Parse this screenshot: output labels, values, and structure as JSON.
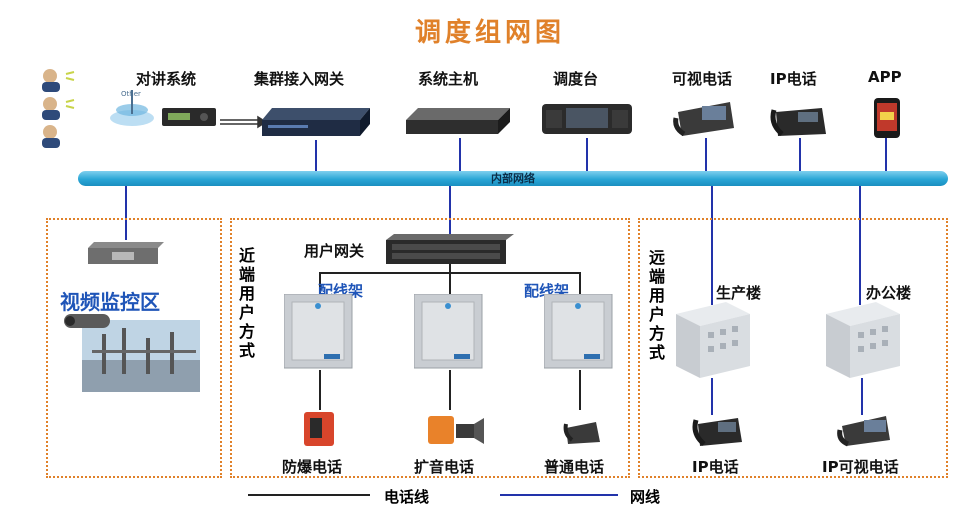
{
  "title": "调度组网图",
  "colors": {
    "title": "#e0812a",
    "network": "#2233aa",
    "phone": "#222222",
    "zone": "#e0812a",
    "label_blue": "#1f55b8"
  },
  "top_devices": {
    "intercom": "对讲系统",
    "gateway": "集群接入网关",
    "host": "系统主机",
    "console": "调度台",
    "video_phone": "可视电话",
    "ip_phone": "IP电话",
    "app": "APP"
  },
  "intercom_small": "Other",
  "bus_label": "内部网络",
  "video_zone": {
    "label": "视频监控区"
  },
  "near_zone": {
    "label": "近端用户方式",
    "gateway": "用户网关",
    "frame_left": "配线架",
    "frame_right": "配线架",
    "phones": [
      "防爆电话",
      "扩音电话",
      "普通电话"
    ]
  },
  "far_zone": {
    "label": "远端用户方式",
    "buildings": [
      "生产楼",
      "办公楼"
    ],
    "phones": [
      "IP电话",
      "IP可视电话"
    ]
  },
  "legend": {
    "phone_line": "电话线",
    "network_line": "网线"
  }
}
